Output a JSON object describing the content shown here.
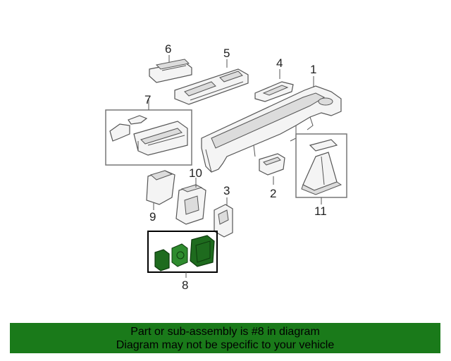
{
  "callouts": {
    "c1": "1",
    "c2": "2",
    "c3": "3",
    "c4": "4",
    "c5": "5",
    "c6": "6",
    "c7": "7",
    "c8": "8",
    "c9": "9",
    "c10": "10",
    "c11": "11"
  },
  "banner": {
    "line1": "Part or sub-assembly is #8 in diagram",
    "line2": "Diagram may not be specific to your vehicle"
  },
  "colors": {
    "highlight": "#1e6b1e",
    "banner": "#1a7a1a"
  },
  "highlighted_part": "8"
}
